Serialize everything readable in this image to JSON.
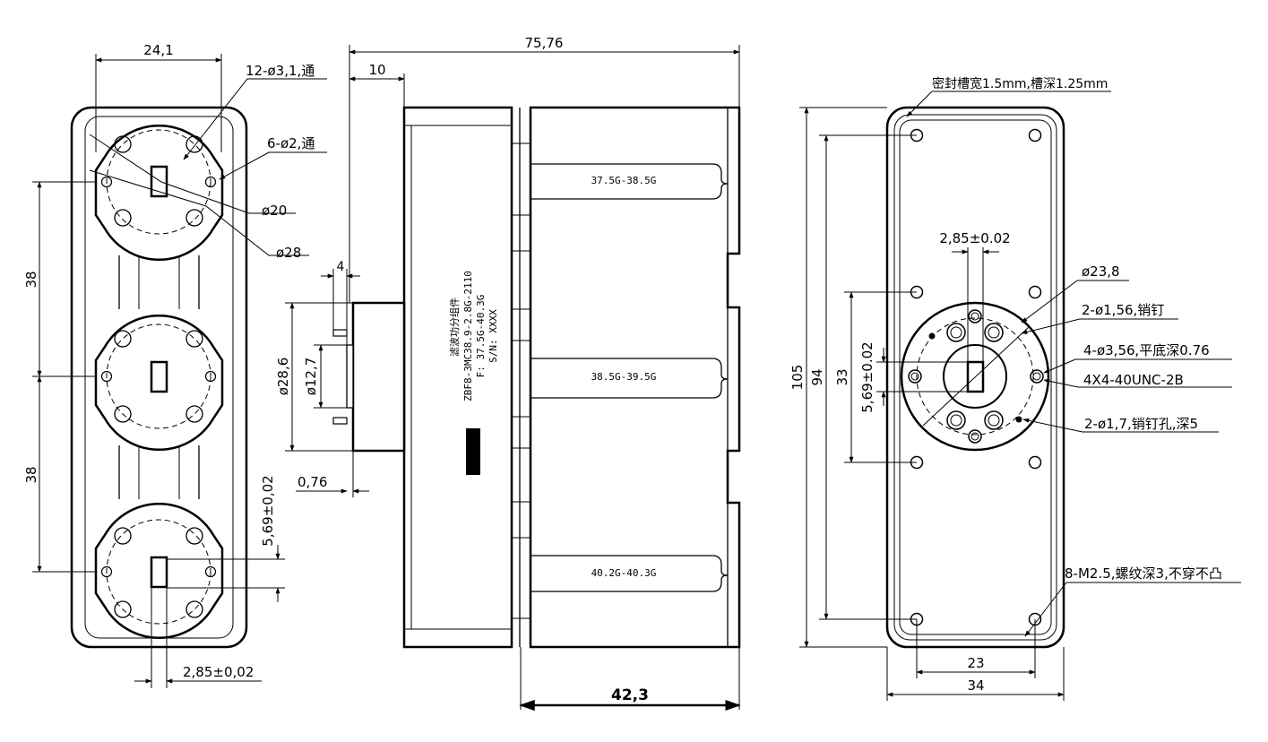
{
  "left_view": {
    "width_dim": "24,1",
    "hole_note_1": "12-ø3,1,通",
    "hole_note_2": "6-ø2,通",
    "circle_1": "ø20",
    "circle_2": "ø28",
    "pitch_1": "38",
    "pitch_2": "38",
    "offset": "5,69±0,02",
    "slot": "2,85±0,02"
  },
  "middle_view": {
    "overall": "75,76",
    "flange_dim": "10",
    "pin_dim": "4",
    "boss_dia": "ø28,6",
    "inner_dia": "ø12,7",
    "boss_step": "0,76",
    "body_length": "42,3",
    "label_line1": "滤波功分组件",
    "label_line2": "ZBF8-3MC38.9-2.8G-2110",
    "label_line3": "F: 37.5G-40.3G",
    "label_line4": "S/N: XXXX",
    "channels": [
      "37.5G-38.5G",
      "38.5G-39.5G",
      "40.2G-40.3G"
    ]
  },
  "right_view": {
    "seal_note": "密封槽宽1.5mm,槽深1.25mm",
    "slot": "2,85±0.02",
    "circle": "ø23,8",
    "pin_note": "2-ø1,56,销钉",
    "hole_note": "4-ø3,56,平底深0.76",
    "thread_note": "4X4-40UNC-2B",
    "pin_hole_note": "2-ø1,7,销钉孔,深5",
    "screw_note": "8-M2.5,螺纹深3,不穿不凸",
    "height_outer": "105",
    "height_inner": "94",
    "hole_pitch": "33",
    "offset": "5,69±0.02",
    "width_inner": "23",
    "width_outer": "34"
  }
}
